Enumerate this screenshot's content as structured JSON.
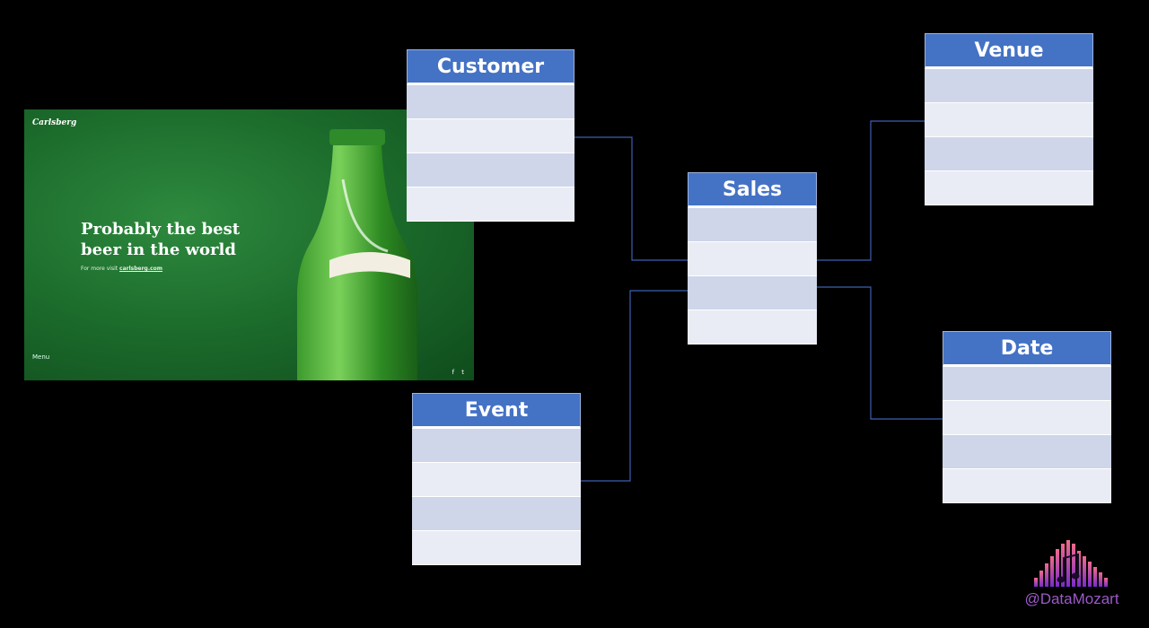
{
  "tables": {
    "customer": {
      "title": "Customer",
      "rows": 4
    },
    "sales": {
      "title": "Sales",
      "rows": 4
    },
    "venue": {
      "title": "Venue",
      "rows": 4
    },
    "event": {
      "title": "Event",
      "rows": 4
    },
    "date": {
      "title": "Date",
      "rows": 4
    }
  },
  "ad": {
    "brand": "Carlsberg",
    "headline": "Probably the best beer in the world",
    "tagline_prefix": "For more visit ",
    "tagline_link": "carlsberg.com",
    "menu_label": "Menu",
    "social": "f  t"
  },
  "watermark": {
    "handle": "@DataMozart"
  },
  "colors": {
    "header": "#4472c4",
    "row_light": "#e9ecf5",
    "row_dark": "#cfd6ea",
    "line": "#4472c4"
  }
}
